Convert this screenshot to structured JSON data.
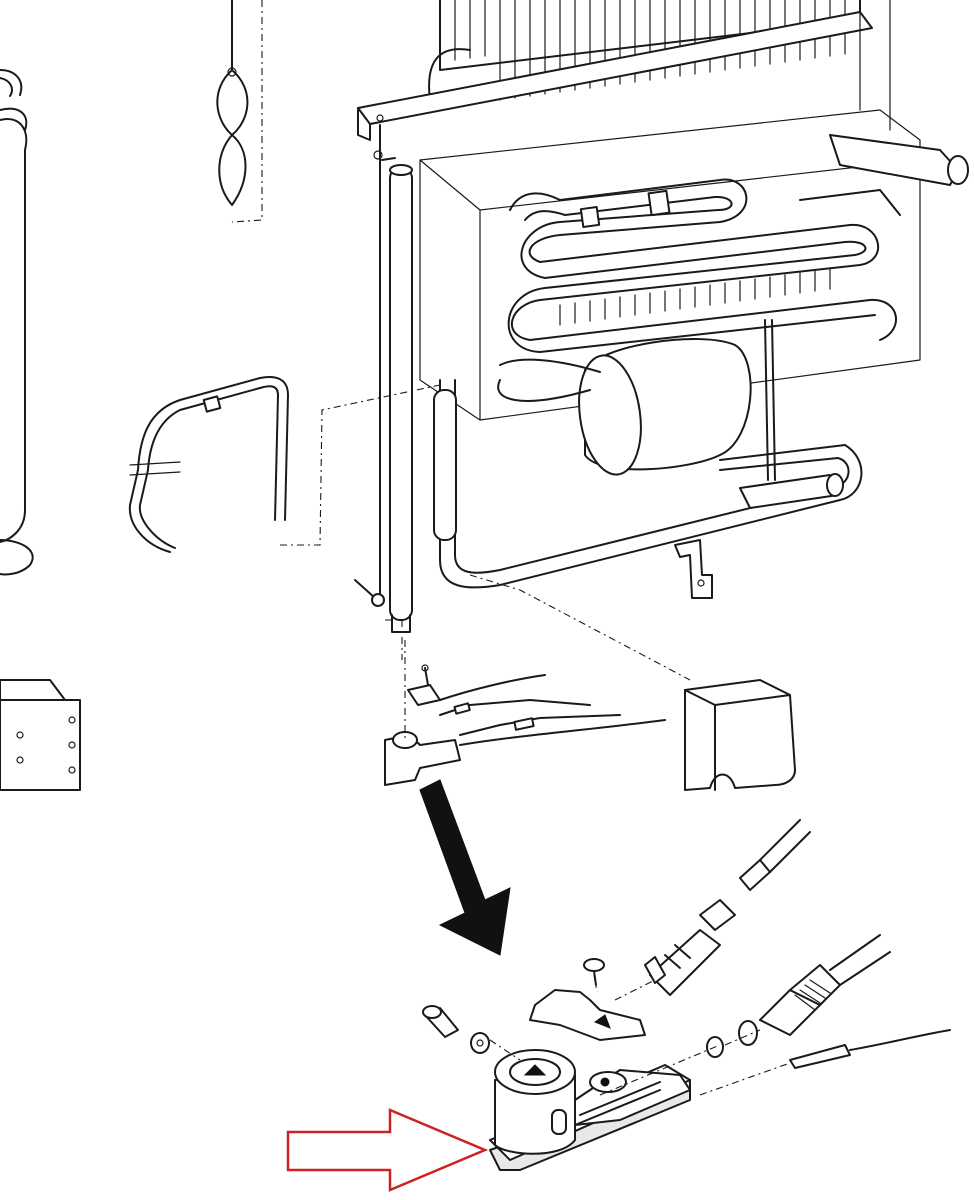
{
  "diagram": {
    "colors": {
      "line": "#1a1a1a",
      "background": "#ffffff",
      "pointer_arrow": "#111111",
      "highlight_arrow": "#cc2222"
    },
    "parts": [
      "cooling-unit-fins",
      "top-rail",
      "boiler-tube",
      "coil-tubing",
      "absorber-vessel",
      "lower-pipe",
      "mounting-bracket",
      "left-cylinder",
      "thermocouple-wire",
      "control-box",
      "heat-shield-cover",
      "burner-assembly-small",
      "burner-assembly-detail",
      "burner-jet",
      "gas-pipe-fitting",
      "electrode-wire",
      "screw-and-washer"
    ],
    "callouts": {
      "detail_pointer": "arrow-down-right",
      "highlight": "red-outline-arrow-right"
    }
  }
}
